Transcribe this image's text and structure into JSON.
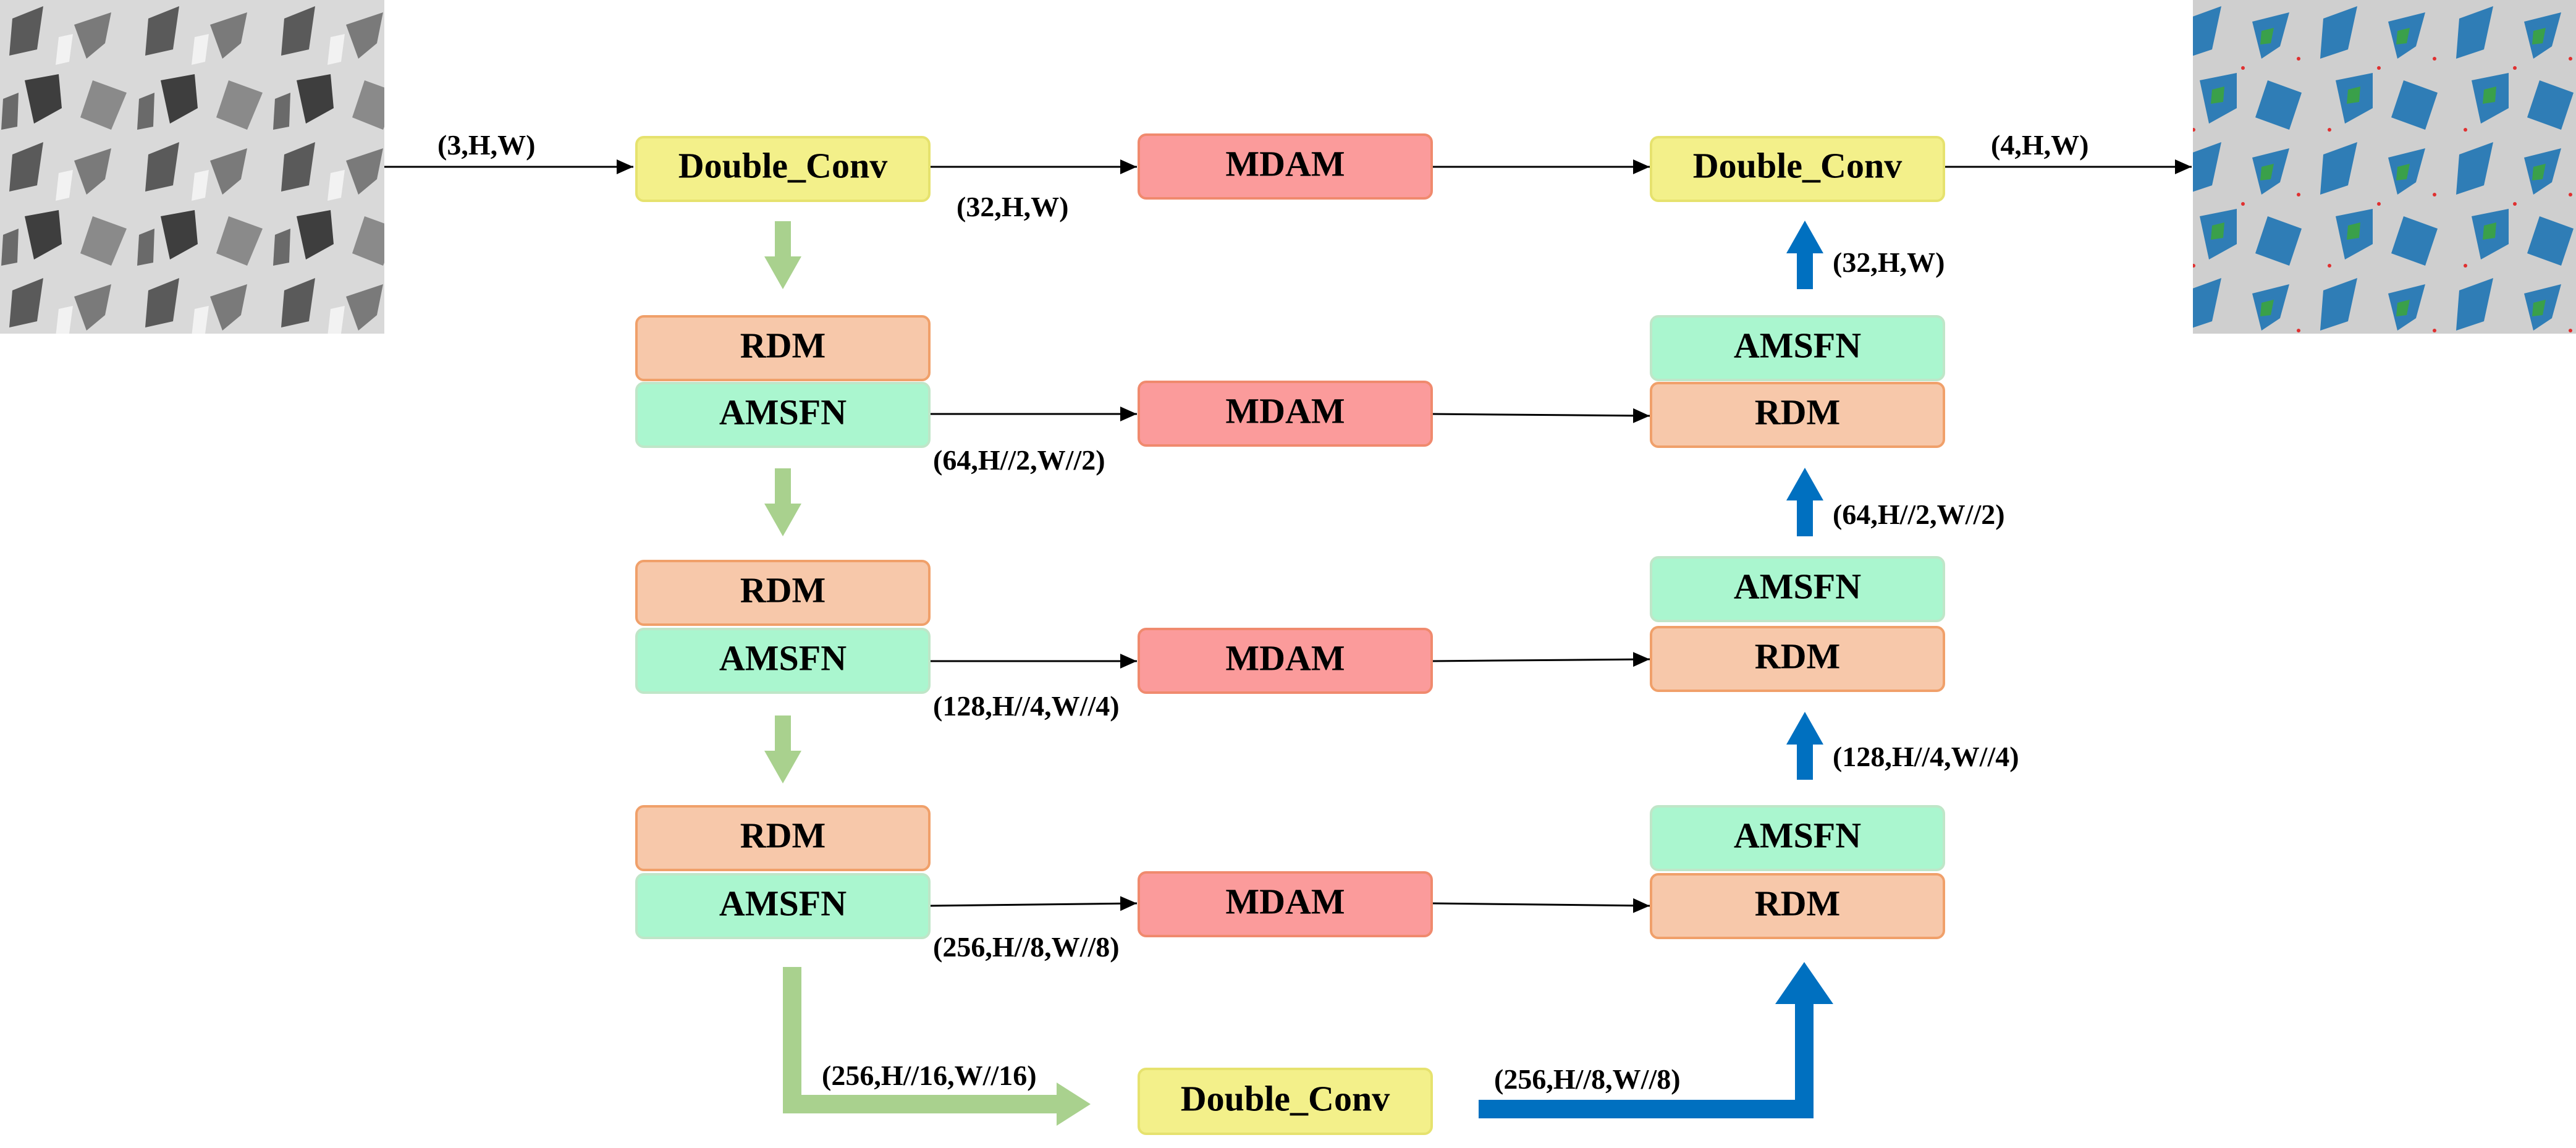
{
  "colors": {
    "double_conv_fill": "#f3f08a",
    "double_conv_stroke": "#e6e26e",
    "mdam_fill": "#fb9b9b",
    "mdam_stroke": "#f08a6e",
    "rdm_fill": "#f7c8aa",
    "rdm_stroke": "#f0a06a",
    "amsfn_fill": "#aaf6cf",
    "amsfn_stroke": "#bfe6c8",
    "encoder_arrow": "#a9d18e",
    "decoder_arrow": "#0070c0",
    "line": "#000000"
  },
  "images": {
    "input": "grayscale micrograph",
    "output": "segmentation mask (gray background, blue, green, red)"
  },
  "encoder": {
    "top": "Double_Conv",
    "levels": [
      {
        "rdm": "RDM",
        "amsfn": "AMSFN"
      },
      {
        "rdm": "RDM",
        "amsfn": "AMSFN"
      },
      {
        "rdm": "RDM",
        "amsfn": "AMSFN"
      }
    ]
  },
  "bottleneck": {
    "label": "Double_Conv"
  },
  "mdam": [
    "MDAM",
    "MDAM",
    "MDAM",
    "MDAM"
  ],
  "decoder": {
    "top": "Double_Conv",
    "levels": [
      {
        "amsfn": "AMSFN",
        "rdm": "RDM"
      },
      {
        "amsfn": "AMSFN",
        "rdm": "RDM"
      },
      {
        "amsfn": "AMSFN",
        "rdm": "RDM"
      }
    ]
  },
  "dims": {
    "input": "(3,H,W)",
    "output": "(4,H,W)",
    "enc_skip": [
      "(32,H,W)",
      "(64,H//2,W//2)",
      "(128,H//4,W//4)",
      "(256,H//8,W//8)"
    ],
    "dec_up": [
      "(32,H,W)",
      "(64,H//2,W//2)",
      "(128,H//4,W//4)"
    ],
    "to_bottleneck": "(256,H//16,W//16)",
    "from_bottleneck": "(256,H//8,W//8)"
  }
}
